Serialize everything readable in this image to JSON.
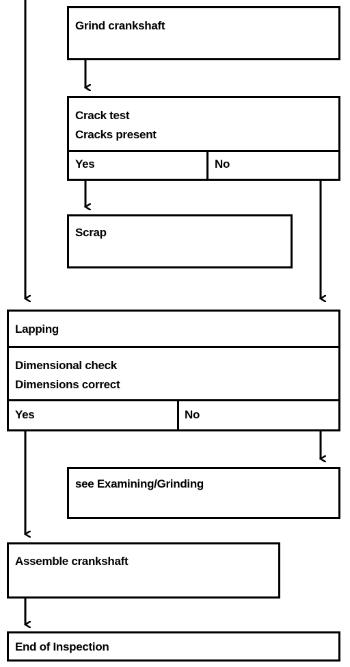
{
  "steps": {
    "grind": "Grind crankshaft",
    "crack_test_line1": "Crack test",
    "crack_test_line2": "Cracks present",
    "crack_yes": "Yes",
    "crack_no": "No",
    "scrap": "Scrap",
    "lapping": "Lapping",
    "dim_check_line1": "Dimensional check",
    "dim_check_line2": "Dimensions correct",
    "dim_yes": "Yes",
    "dim_no": "No",
    "see_examining": "see Examining/Grinding",
    "assemble": "Assemble crankshaft",
    "end": "End of Inspection"
  }
}
